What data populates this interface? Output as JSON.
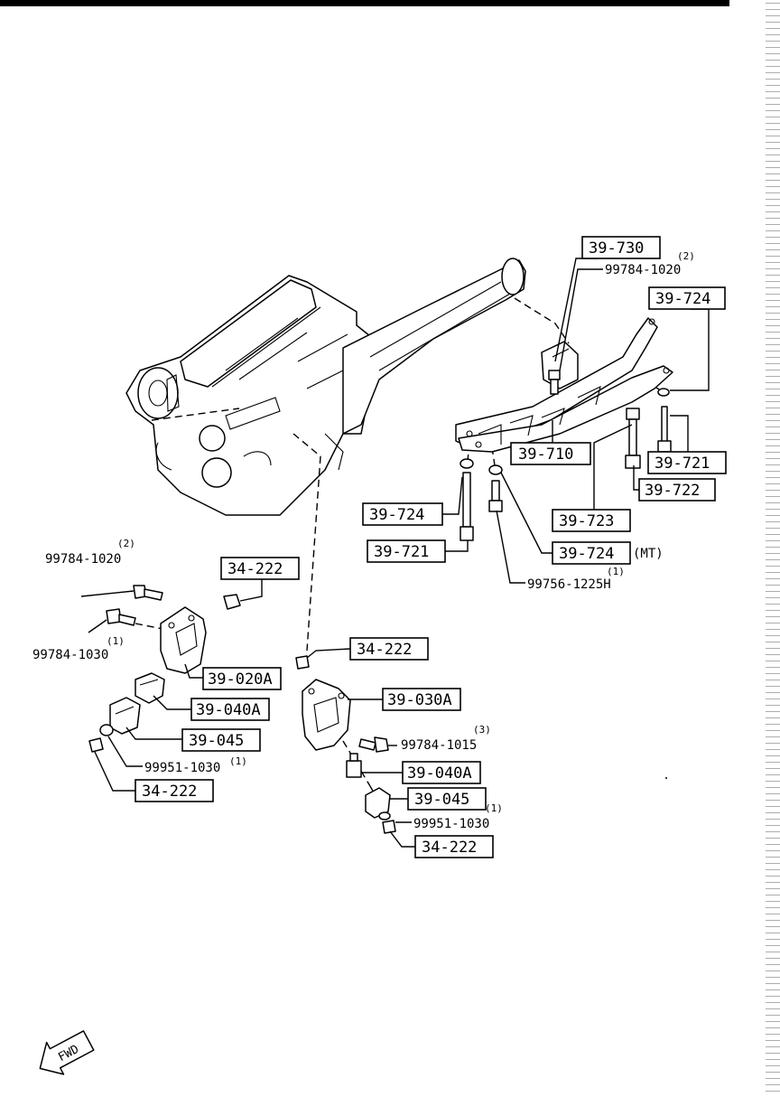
{
  "diagram": {
    "boxed_labels": [
      {
        "id": "lbl-39-730",
        "text": "39-730"
      },
      {
        "id": "lbl-39-724-a",
        "text": "39-724"
      },
      {
        "id": "lbl-39-710",
        "text": "39-710"
      },
      {
        "id": "lbl-39-721-a",
        "text": "39-721"
      },
      {
        "id": "lbl-39-722",
        "text": "39-722"
      },
      {
        "id": "lbl-39-724-b",
        "text": "39-724"
      },
      {
        "id": "lbl-39-723",
        "text": "39-723"
      },
      {
        "id": "lbl-39-721-b",
        "text": "39-721"
      },
      {
        "id": "lbl-39-724-c",
        "text": "39-724"
      },
      {
        "id": "lbl-34-222-a",
        "text": "34-222"
      },
      {
        "id": "lbl-39-020a",
        "text": "39-020A"
      },
      {
        "id": "lbl-39-040a-a",
        "text": "39-040A"
      },
      {
        "id": "lbl-39-045-a",
        "text": "39-045"
      },
      {
        "id": "lbl-34-222-b",
        "text": "34-222"
      },
      {
        "id": "lbl-34-222-c",
        "text": "34-222"
      },
      {
        "id": "lbl-39-030a",
        "text": "39-030A"
      },
      {
        "id": "lbl-39-040a-b",
        "text": "39-040A"
      },
      {
        "id": "lbl-39-045-b",
        "text": "39-045"
      },
      {
        "id": "lbl-34-222-d",
        "text": "34-222"
      }
    ],
    "plain_labels": [
      {
        "id": "pl-99784-1020-a",
        "text": "99784-1020"
      },
      {
        "id": "pl-99756-1225h",
        "text": "99756-1225H"
      },
      {
        "id": "pl-99784-1020-b",
        "text": "99784-1020"
      },
      {
        "id": "pl-99784-1030",
        "text": "99784-1030"
      },
      {
        "id": "pl-99951-1030-a",
        "text": "99951-1030"
      },
      {
        "id": "pl-99784-1015",
        "text": "99784-1015"
      },
      {
        "id": "pl-99951-1030-b",
        "text": "99951-1030"
      },
      {
        "id": "pl-mt",
        "text": "(MT)"
      }
    ],
    "quantities": [
      {
        "id": "q-1020-a",
        "text": "(2)"
      },
      {
        "id": "q-724-c",
        "text": "(1)"
      },
      {
        "id": "q-1020-b",
        "text": "(2)"
      },
      {
        "id": "q-1030",
        "text": "(1)"
      },
      {
        "id": "q-99951-a",
        "text": "(1)"
      },
      {
        "id": "q-1015",
        "text": "(3)"
      },
      {
        "id": "q-99951-b",
        "text": "(1)"
      }
    ],
    "fwd_arrow": "FWD"
  }
}
